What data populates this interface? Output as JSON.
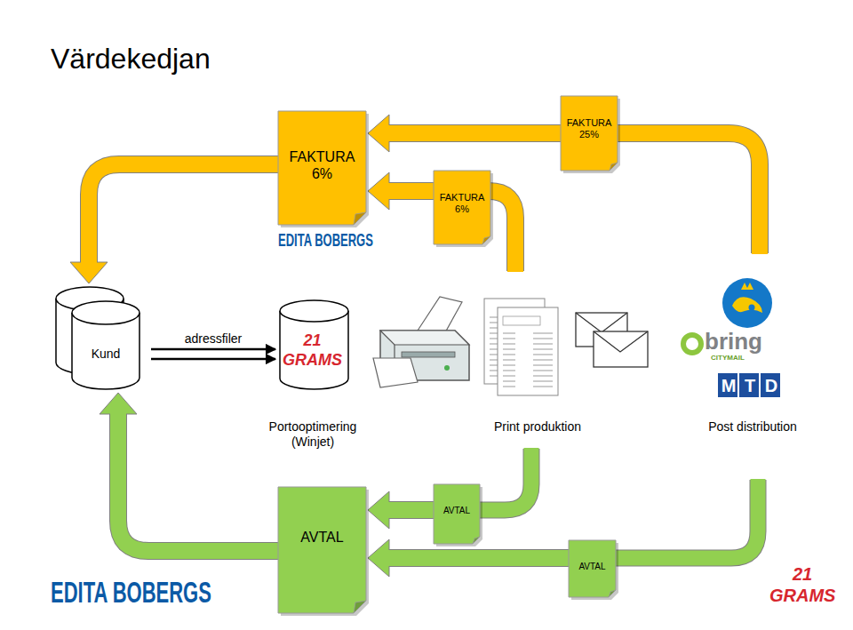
{
  "diagram": {
    "title": "Värdekedjan",
    "nodes": [
      {
        "text": [
          "FAKTURA 6%"
        ]
      },
      {
        "text": [
          "FAKTURA 25%"
        ]
      },
      {
        "text": [
          "FAKTURA 6%"
        ]
      },
      {
        "text": [
          "Kund"
        ]
      },
      {
        "text": [
          "21 GRAMS"
        ]
      },
      {
        "text": [
          "AVTAL"
        ]
      },
      {
        "text": [
          "AVTAL"
        ]
      },
      {
        "text": [
          "AVTAL"
        ]
      }
    ],
    "edges": [
      {
        "from": 1,
        "to": 0,
        "arrow": "to"
      },
      {
        "from": 2,
        "to": 0,
        "arrow": "to"
      },
      {
        "from": 0,
        "to": 3,
        "arrow": "to"
      },
      {
        "from": 3,
        "to": 4,
        "label": "adressfiler",
        "arrow": "to"
      },
      {
        "from": 6,
        "to": 5,
        "arrow": "to"
      },
      {
        "from": 7,
        "to": 5,
        "arrow": "to"
      },
      {
        "from": 5,
        "to": 3,
        "arrow": "to"
      }
    ],
    "labels": [
      "EDITA BOBERGS",
      "Portooptimering (Winjet)",
      "Print produktion",
      "Post distribution",
      "bring",
      "CITYMAIL",
      "MTD",
      "EDITA BOBERGS",
      "21 GRAMS"
    ]
  }
}
